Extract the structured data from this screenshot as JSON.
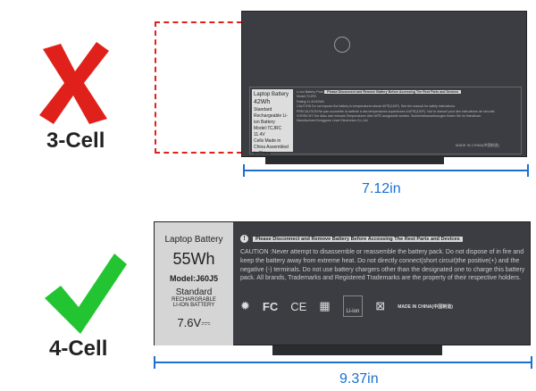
{
  "top": {
    "cell_label": "3-Cell",
    "dimension": "7.12in",
    "mark": "x-icon",
    "label": {
      "title": "Laptop Battery",
      "capacity": "42Wh",
      "type": "Standard Rechargeable Li-ion Battery",
      "model": "Model:7CJRC",
      "voltage": "11.4V",
      "origin": "Cells Made in China Assembled in China",
      "pack": "Li-ion Battery Pack",
      "model_line": "Model:7CJRC",
      "rating": "Rating:11.4V/42Wh",
      "warning": "Please Disconnect and Remove Battery Before Accessing The Rest Parts and Devices",
      "caution": "CAUTION Do not expose the battery to temperatures above 60℃(140F). See the manual for safety instructions.",
      "precaution": "PRECAUTION Ne pas soumettre la batterie à des temperatures superieures à 60℃(140F). Voir le manuel pour des instructions de sécurité.",
      "vorsicht": "VORSICHT Der Akku darf niemals Temperaturen über 60℃ ausgesetzt werden. Sicherheitsanweisungen finden Sie im Handbuch.",
      "manufacturer": "Manufacturer:Dongguan Lewe Electronics Co.,Ltd",
      "made_in": "MADE IN CHINA(中国制造)"
    }
  },
  "bottom": {
    "cell_label": "4-Cell",
    "dimension": "9.37in",
    "mark": "check-icon",
    "label": {
      "title": "Laptop Battery",
      "capacity": "55Wh",
      "model": "Model:J60J5",
      "standard": "Standard",
      "type1": "RECHARGRABLE",
      "type2": "LI-ION BATTERY",
      "voltage": "7.6V",
      "warning": "Please Disconnect and Remove Battery Before Accessing The Rest Parts and Devices",
      "caution": "CAUTION :Never attempt to disassemble or reassemble the battery pack. Do not dispose of in fire and keep the battery away from extreme heat. Do not directly connect(short circuit)the positive(+) and the negative (-) terminals. Do not use battery chargers other than the designated one to charge this battery pack. All brands, Trademarks and Registered Trademarks are the property of their respective holders.",
      "fc": "FC",
      "ce": "CE",
      "liion": "Li-ion",
      "made_in": "MADE IN CHINA(中国制造)"
    }
  },
  "colors": {
    "red": "#e0211b",
    "green": "#22c531",
    "blue": "#1a6fd0",
    "battery": "#3b3d42"
  }
}
